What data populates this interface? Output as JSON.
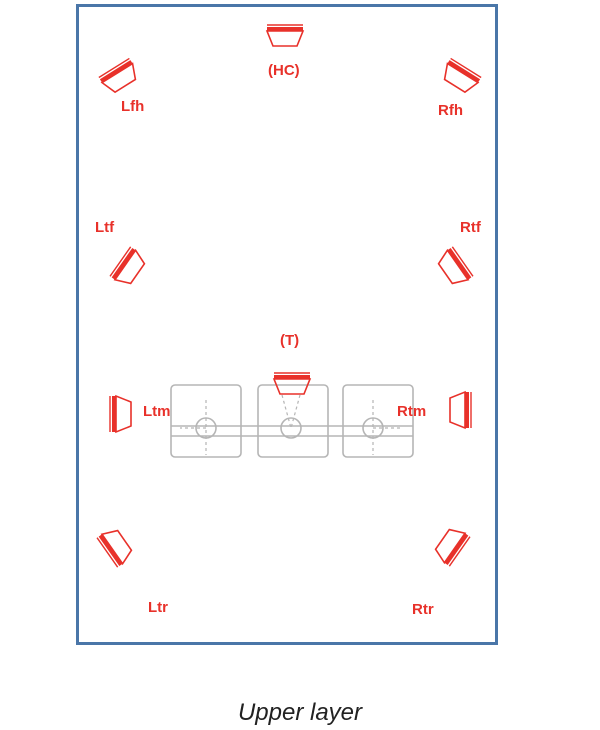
{
  "colors": {
    "frame": "#4a76a8",
    "speaker": "#e8312a",
    "seating": "#b5b5b5",
    "caption": "#222222"
  },
  "speakers": {
    "hc": "(HC)",
    "lfh": "Lfh",
    "rfh": "Rfh",
    "ltf": "Ltf",
    "rtf": "Rtf",
    "t": "(T)",
    "ltm": "Ltm",
    "rtm": "Rtm",
    "ltr": "Ltr",
    "rtr": "Rtr"
  },
  "caption": "Upper layer"
}
